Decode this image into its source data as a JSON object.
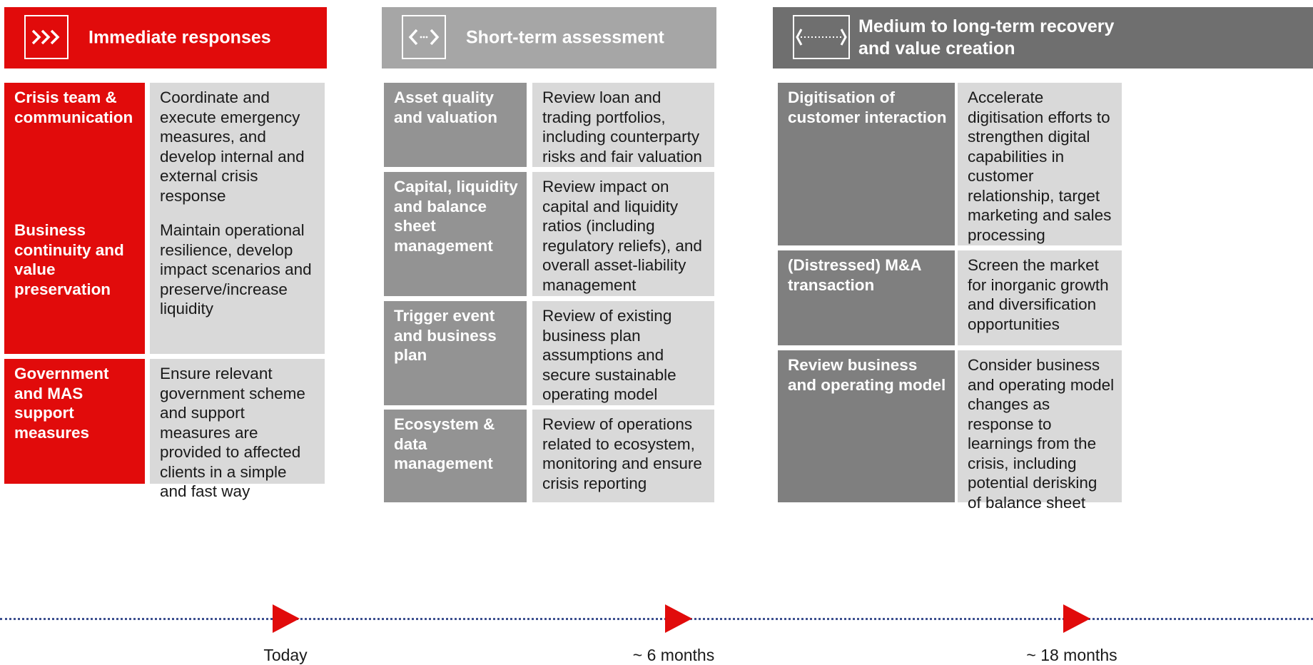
{
  "columns": [
    {
      "title": "Immediate responses",
      "color": "#e10b0b",
      "icon": "triple-chevron-right-icon",
      "rows": [
        {
          "label": "Crisis team & communication",
          "desc": "Coordinate and execute emergency measures, and develop internal and external crisis response"
        },
        {
          "label": "Business continuity and value preservation",
          "desc": "Maintain operational resilience, develop impact scenarios and preserve/increase liquidity"
        },
        {
          "label": "Government and MAS support measures",
          "desc": "Ensure relevant government scheme and support measures are provided to affected clients in a simple and fast way"
        }
      ]
    },
    {
      "title": "Short-term assessment",
      "color": "#a6a6a6",
      "icon": "code-brackets-icon",
      "rows": [
        {
          "label": "Asset quality and valuation",
          "desc": "Review loan and trading portfolios, including counterparty risks and fair valuation"
        },
        {
          "label": "Capital, liquidity and balance sheet management",
          "desc": "Review impact on capital and liquidity ratios (including regulatory reliefs), and overall asset-liability management"
        },
        {
          "label": "Trigger event and business plan",
          "desc": "Review of existing business plan assumptions and secure sustainable operating model"
        },
        {
          "label": "Ecosystem & data management",
          "desc": "Review of operations related to ecosystem, monitoring and ensure crisis reporting"
        }
      ]
    },
    {
      "title": "Medium to long-term recovery and value creation",
      "color": "#6f6f6f",
      "icon": "expand-arrows-icon",
      "rows": [
        {
          "label": "Digitisation of customer interaction",
          "desc": "Accelerate digitisation efforts to strengthen digital capabilities in customer relationship, target marketing and sales processing"
        },
        {
          "label": "(Distressed) M&A transaction",
          "desc": "Screen the market for inorganic growth and diversification opportunities"
        },
        {
          "label": "Review business and operating model",
          "desc": "Consider business and operating model changes as response to learnings from the crisis, including potential derisking of balance sheet"
        }
      ]
    }
  ],
  "timeline": {
    "color": "#3d4f8f",
    "marker_color": "#e10b0b",
    "labels": [
      "Today",
      "~ 6 months",
      "~ 18 months"
    ]
  }
}
